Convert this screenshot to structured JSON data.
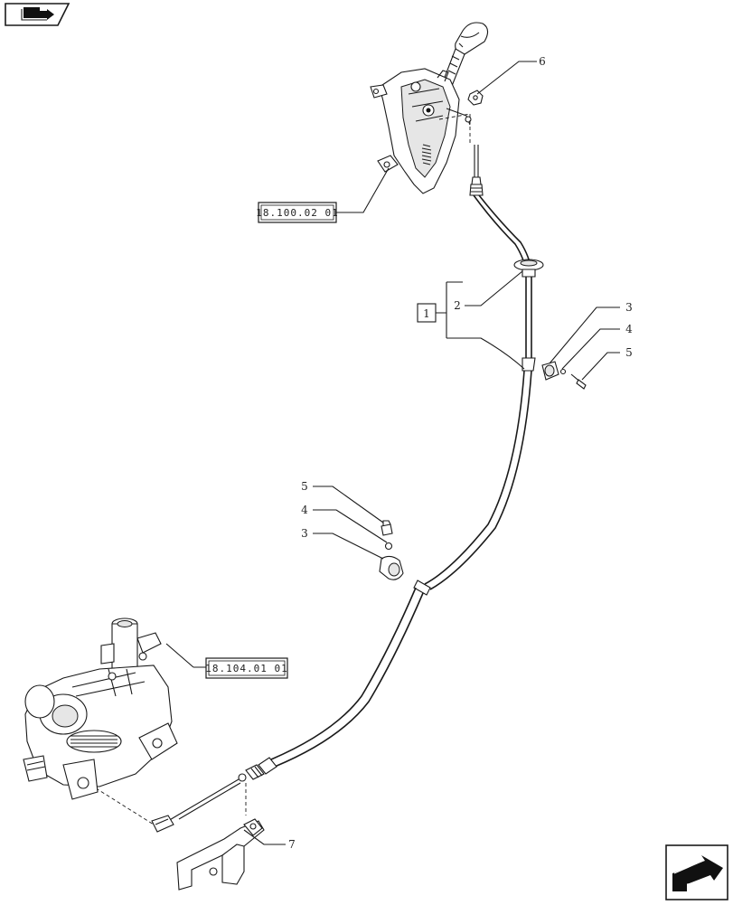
{
  "ref_boxes": {
    "gear_lever_ref": "18.100.02 01",
    "transmission_ref": "18.104.01 01"
  },
  "assembly_box": {
    "label": "1"
  },
  "callouts": {
    "c2": "2",
    "c3_top": "3",
    "c4_top": "4",
    "c5_top": "5",
    "c5_mid": "5",
    "c4_mid": "4",
    "c3_mid": "3",
    "c6": "6",
    "c7": "7"
  },
  "icons": {
    "top_left": "book-arrow-icon",
    "bottom_right": "next-page-arrow-icon"
  }
}
